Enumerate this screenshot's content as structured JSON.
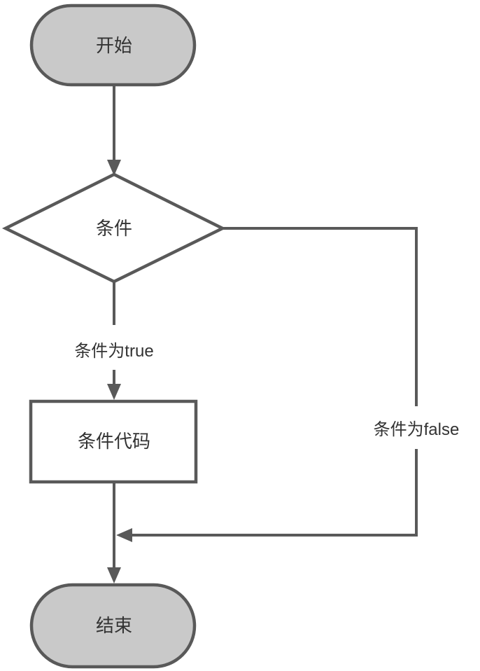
{
  "diagram": {
    "type": "flowchart",
    "background": "#ffffff",
    "colors": {
      "terminal_fill": "#c9c9c9",
      "shape_fill": "#ffffff",
      "stroke": "#595959",
      "text": "#333333"
    },
    "nodes": [
      {
        "id": "start",
        "shape": "stadium",
        "label": "开始"
      },
      {
        "id": "condition",
        "shape": "diamond",
        "label": "条件"
      },
      {
        "id": "code",
        "shape": "rectangle",
        "label": "条件代码"
      },
      {
        "id": "end",
        "shape": "stadium",
        "label": "结束"
      }
    ],
    "edges": [
      {
        "from": "start",
        "to": "condition",
        "label": ""
      },
      {
        "from": "condition",
        "to": "code",
        "label": "条件为true"
      },
      {
        "from": "condition",
        "to": "end",
        "label": "条件为false"
      },
      {
        "from": "code",
        "to": "end",
        "label": ""
      }
    ]
  }
}
